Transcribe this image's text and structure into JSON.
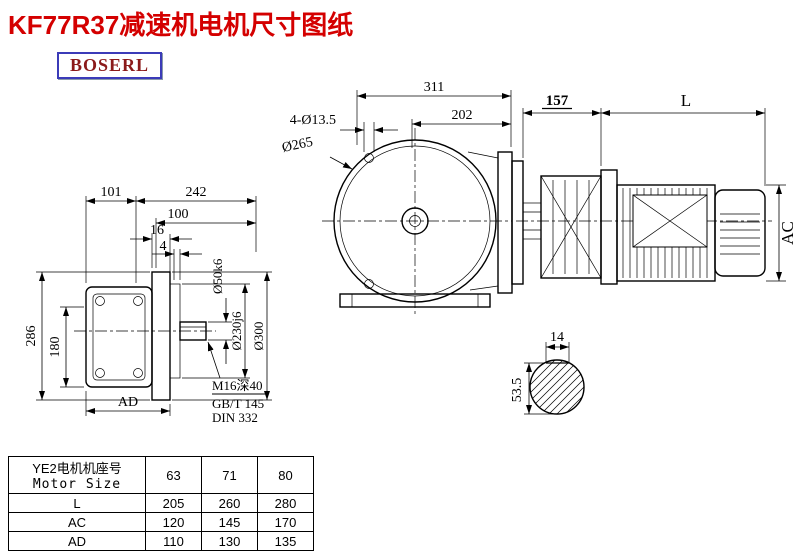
{
  "page": {
    "title": "KF77R37减速机电机尺寸图纸",
    "brand": "BOSERL"
  },
  "drawing": {
    "front": {
      "dim_311": "311",
      "dim_202": "202",
      "holes": "4-Ø13.5",
      "dia_265": "Ø265",
      "dim_157": "157",
      "dim_L": "L",
      "dim_AC": "AC"
    },
    "side": {
      "dim_101": "101",
      "dim_242": "242",
      "dim_100": "100",
      "dim_16": "16",
      "dim_4": "4",
      "dim_286": "286",
      "dim_180": "180",
      "dim_AD": "AD",
      "dia_50": "Ø50k6",
      "dia_230": "Ø230j6",
      "dia_300": "Ø300",
      "thread_note_1": "M16深40",
      "thread_note_2": "GB/T 145",
      "thread_note_3": "DIN 332"
    },
    "section": {
      "dim_14": "14",
      "dim_53_5": "53.5"
    }
  },
  "table": {
    "header": {
      "label_cn": "YE2电机机座号",
      "label_en": "Motor Size",
      "cols": [
        "63",
        "71",
        "80"
      ]
    },
    "rows": [
      {
        "label": "L",
        "values": [
          "205",
          "260",
          "280"
        ]
      },
      {
        "label": "AC",
        "values": [
          "120",
          "145",
          "170"
        ]
      },
      {
        "label": "AD",
        "values": [
          "110",
          "130",
          "135"
        ]
      }
    ]
  },
  "colors": {
    "title_red": "#d40000",
    "logo_border_blue": "#3b3bb8",
    "logo_text_red": "#8b1a1a",
    "line_black": "#000000"
  }
}
